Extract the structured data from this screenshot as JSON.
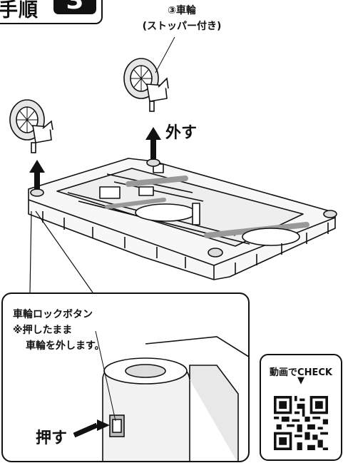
{
  "step": {
    "label": "手順",
    "number": "3"
  },
  "wheel_caption": {
    "line1": "③車輪",
    "line2": "(ストッパー付き)"
  },
  "remove_label": "外す",
  "lock_caption": {
    "line1": "車輪ロックボタン",
    "line2": "※押したまま",
    "line3": "車輪を外します。"
  },
  "press_label": "押す",
  "qr": {
    "title": "動画でCHECK",
    "arrow": "▼"
  }
}
